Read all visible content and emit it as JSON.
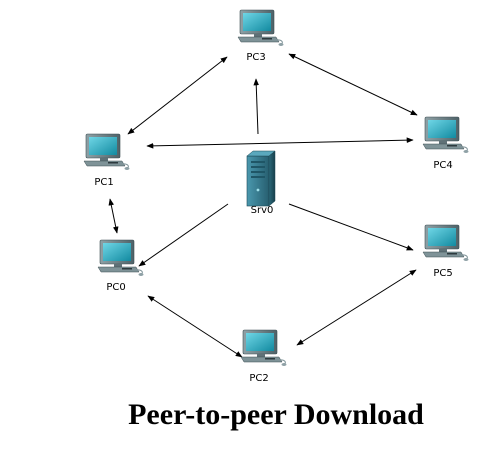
{
  "diagram": {
    "caption": "Peer-to-peer Download",
    "nodes": [
      {
        "id": "pc3",
        "label": "PC3",
        "icon": "computer-icon"
      },
      {
        "id": "pc1",
        "label": "PC1",
        "icon": "computer-icon"
      },
      {
        "id": "pc4",
        "label": "PC4",
        "icon": "computer-icon"
      },
      {
        "id": "srv0",
        "label": "Srv0",
        "icon": "server-icon"
      },
      {
        "id": "pc0",
        "label": "PC0",
        "icon": "computer-icon"
      },
      {
        "id": "pc5",
        "label": "PC5",
        "icon": "computer-icon"
      },
      {
        "id": "pc2",
        "label": "PC2",
        "icon": "computer-icon"
      }
    ],
    "edges": [
      {
        "from": "pc1",
        "to": "pc3",
        "direction": "both"
      },
      {
        "from": "pc3",
        "to": "pc4",
        "direction": "both"
      },
      {
        "from": "pc1",
        "to": "pc4",
        "direction": "both"
      },
      {
        "from": "srv0",
        "to": "pc3",
        "direction": "forward"
      },
      {
        "from": "pc1",
        "to": "pc0",
        "direction": "both"
      },
      {
        "from": "srv0",
        "to": "pc0",
        "direction": "forward"
      },
      {
        "from": "srv0",
        "to": "pc5",
        "direction": "forward"
      },
      {
        "from": "pc0",
        "to": "pc2",
        "direction": "both"
      },
      {
        "from": "pc2",
        "to": "pc5",
        "direction": "both"
      }
    ],
    "colors": {
      "monitor": "#1b9fb3",
      "monitor_frame": "#5f7177",
      "server": "#3d8296",
      "line": "#000000"
    }
  }
}
